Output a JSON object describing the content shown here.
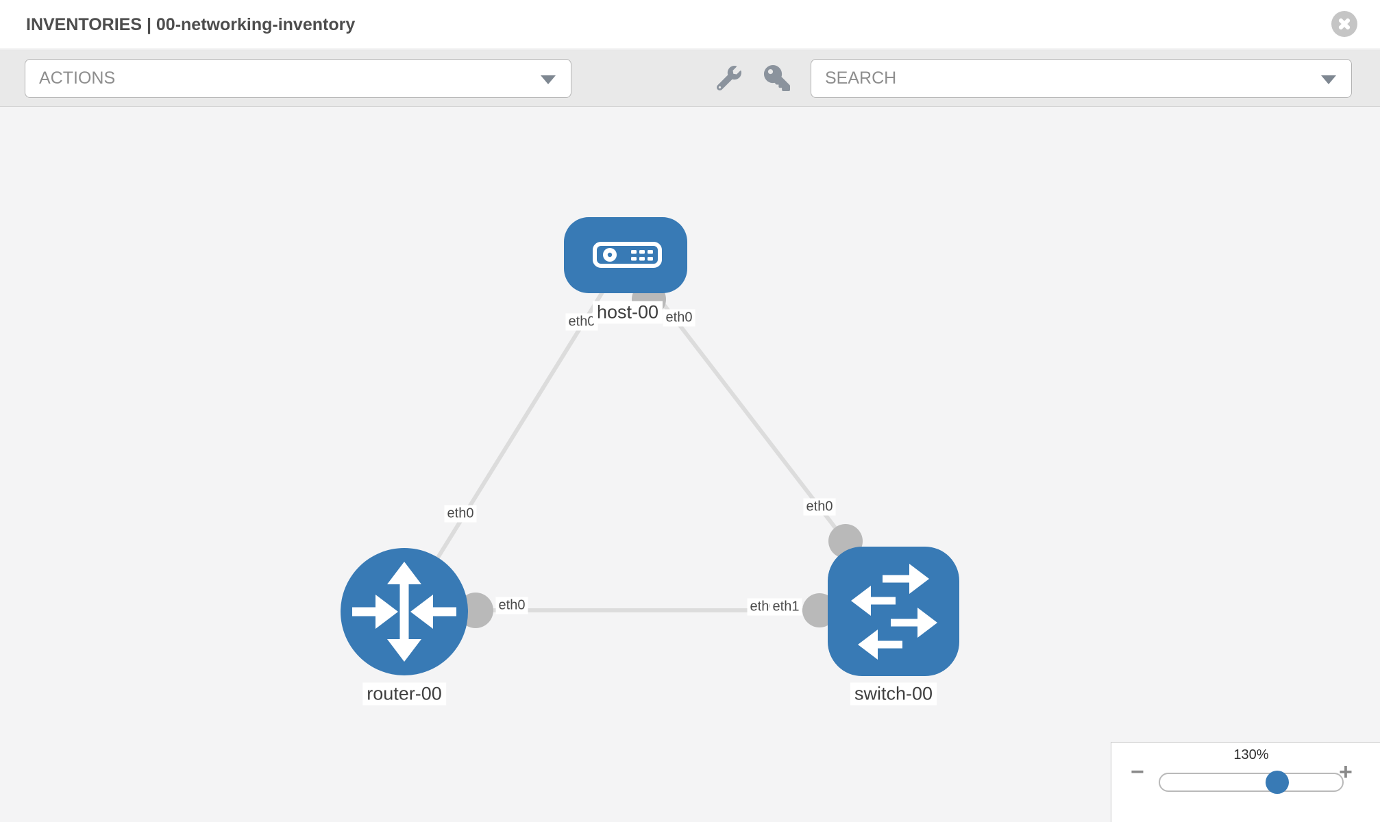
{
  "header": {
    "title": "INVENTORIES | 00-networking-inventory",
    "close_icon": "close-circle-icon"
  },
  "toolbar": {
    "actions_dropdown": {
      "label": "ACTIONS",
      "caret_icon": "caret-down-icon"
    },
    "search_dropdown": {
      "placeholder": "SEARCH",
      "caret_icon": "caret-down-icon"
    },
    "tool_icons": [
      "wrench-icon",
      "key-icon"
    ]
  },
  "topology": {
    "nodes": [
      {
        "label": "host-00",
        "type": "host",
        "icon": "host-icon"
      },
      {
        "label": "router-00",
        "type": "router",
        "icon": "router-icon"
      },
      {
        "label": "switch-00",
        "type": "switch",
        "icon": "switch-icon"
      }
    ],
    "links": [
      {
        "from": "host-00",
        "to": "router-00",
        "from_interface": "eth0",
        "to_interface": "eth0"
      },
      {
        "from": "host-00",
        "to": "switch-00",
        "from_interface": "eth0",
        "to_interface": "eth0"
      },
      {
        "from": "router-00",
        "to": "switch-00",
        "from_interface": "eth0",
        "to_interface": "eth1",
        "to_interface_overlapped": "eth0"
      }
    ]
  },
  "zoom_control": {
    "value": "130%",
    "minus_label": "−",
    "plus_label": "+",
    "percent": 64
  },
  "colors": {
    "node_blue": "#387ab5",
    "link_gray": "#dcdcdc",
    "port_gray": "#b9b9b9",
    "toolbar_bg": "#e9e9e9",
    "canvas_bg": "#f4f4f5",
    "label_text": "#4a4a4a"
  }
}
